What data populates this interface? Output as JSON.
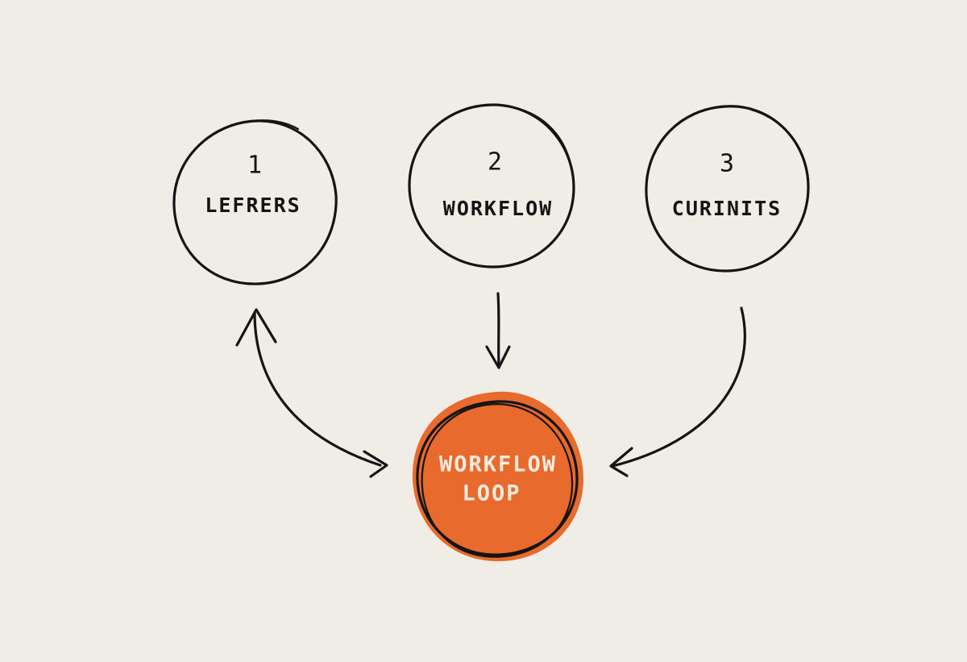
{
  "nodes": [
    {
      "number": "1",
      "label": "LEFRERS"
    },
    {
      "number": "2",
      "label": "WORKFLOW"
    },
    {
      "number": "3",
      "label": "CURINITS"
    }
  ],
  "center": {
    "line1": "WORKFLOW",
    "line2": "LOOP",
    "color": "#e86a2c"
  },
  "edges": [
    {
      "from": "1",
      "to": "center",
      "direction": "bidirectional"
    },
    {
      "from": "2",
      "to": "center",
      "direction": "forward"
    },
    {
      "from": "3",
      "to": "center",
      "direction": "forward"
    }
  ],
  "colors": {
    "background": "#f0ede7",
    "ink": "#141414",
    "accent": "#e86a2c",
    "accent_text": "#f7ece0"
  }
}
